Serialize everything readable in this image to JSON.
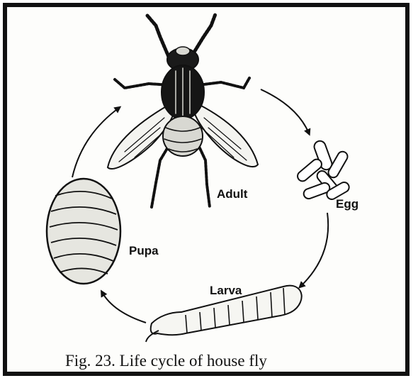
{
  "labels": {
    "adult": "Adult",
    "egg": "Egg",
    "larva": "Larva",
    "pupa": "Pupa"
  },
  "caption": "Fig. 23. Life cycle of house fly",
  "colors": {
    "ink": "#111111",
    "paper": "#fdfdfb",
    "body_fill": "#d8d8d2",
    "wing_fill": "#f4f4f0"
  }
}
